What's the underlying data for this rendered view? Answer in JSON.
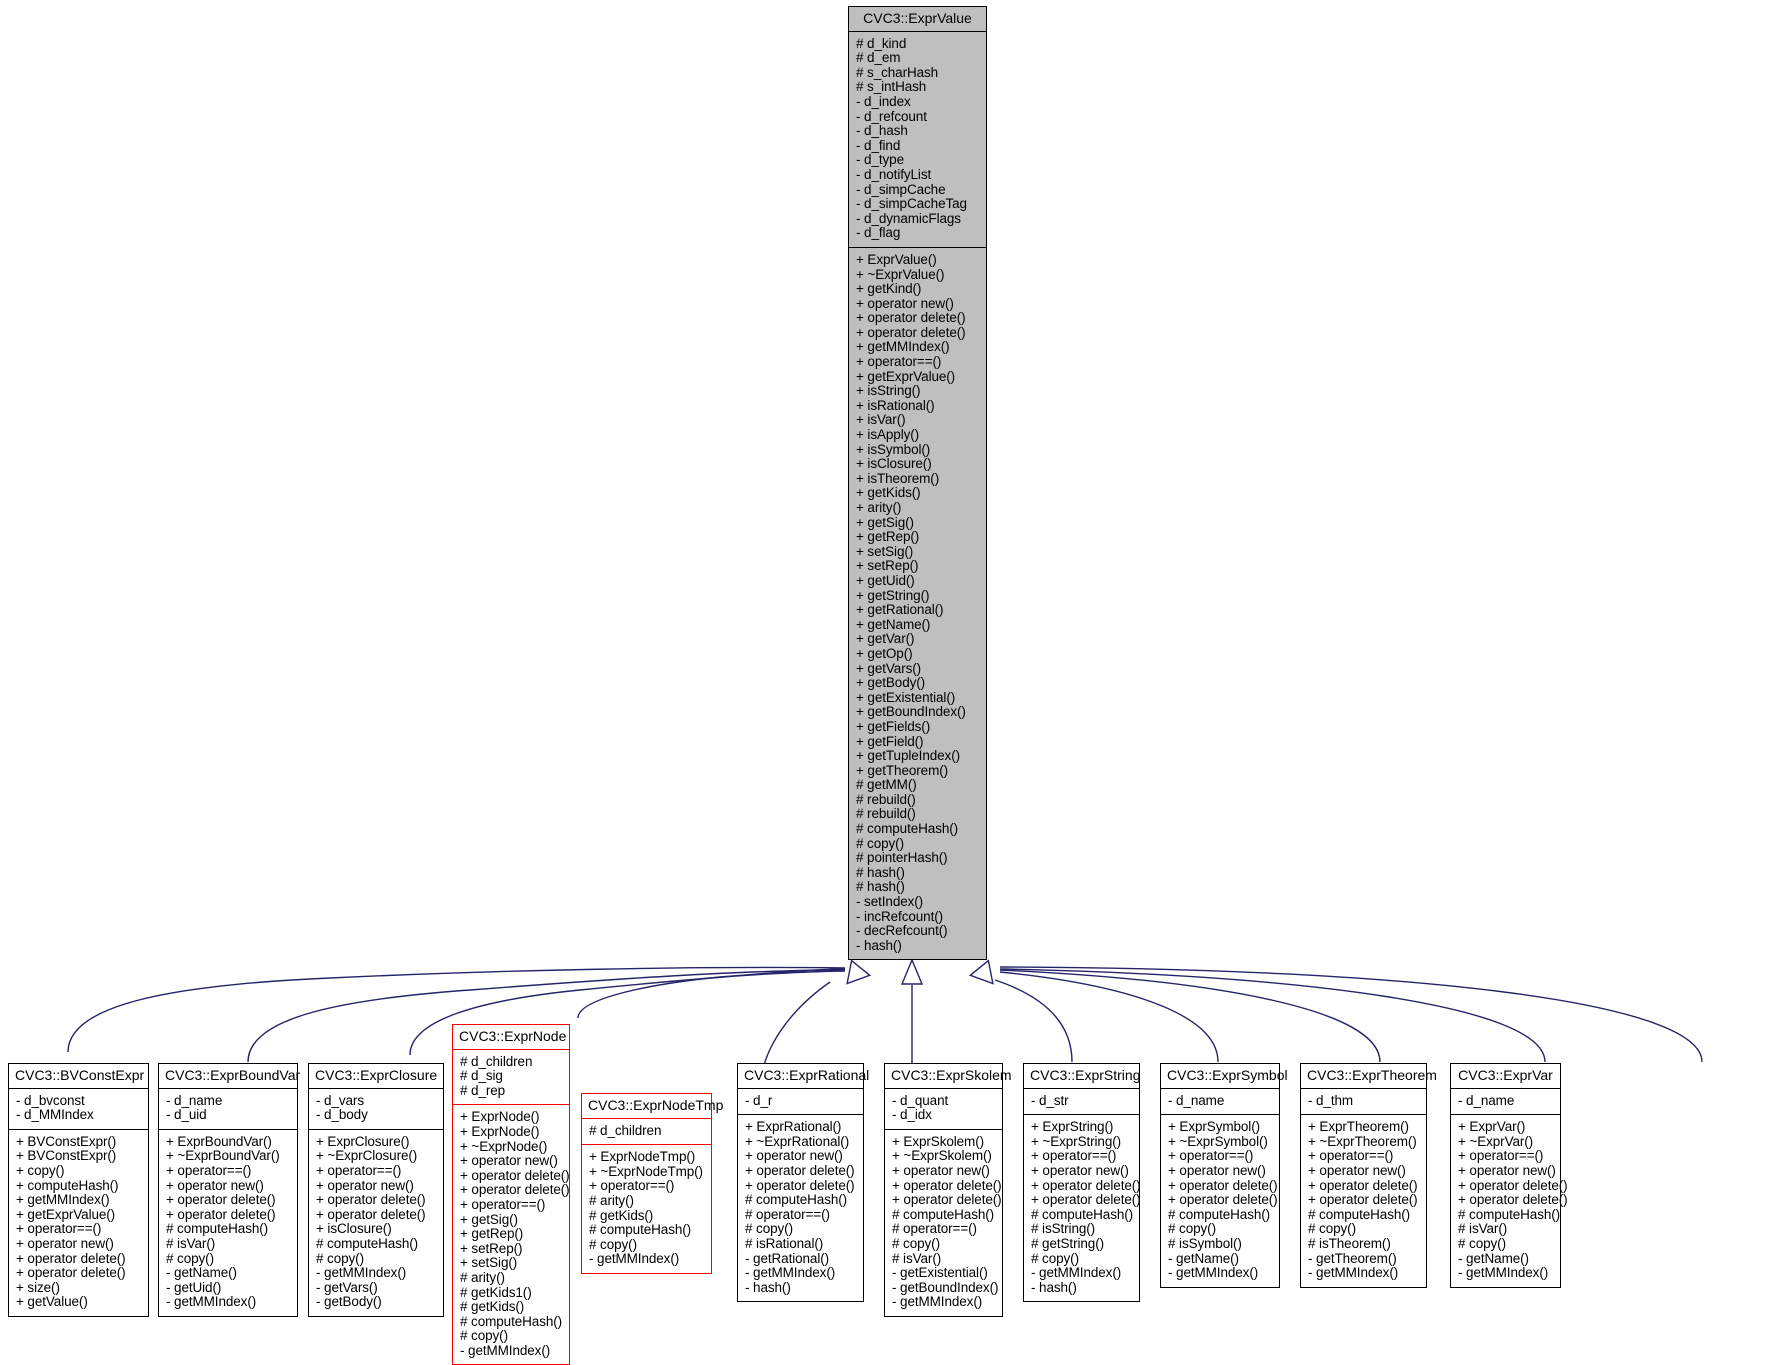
{
  "diagram": {
    "kind": "uml-inheritance-diagram",
    "colors": {
      "base_fill": "#bfbfbf",
      "box_border": "#000000",
      "highlight_border": "#ff0000",
      "edge": "#24246a",
      "background": "#ffffff",
      "text": "#000000"
    }
  },
  "base": {
    "name": "CVC3::ExprValue",
    "attributes": [
      "# d_kind",
      "# d_em",
      "# s_charHash",
      "# s_intHash",
      "- d_index",
      "- d_refcount",
      "- d_hash",
      "- d_find",
      "- d_type",
      "- d_notifyList",
      "- d_simpCache",
      "- d_simpCacheTag",
      "- d_dynamicFlags",
      "- d_flag"
    ],
    "operations": [
      "+ ExprValue()",
      "+ ~ExprValue()",
      "+ getKind()",
      "+ operator new()",
      "+ operator delete()",
      "+ operator delete()",
      "+ getMMIndex()",
      "+ operator==()",
      "+ getExprValue()",
      "+ isString()",
      "+ isRational()",
      "+ isVar()",
      "+ isApply()",
      "+ isSymbol()",
      "+ isClosure()",
      "+ isTheorem()",
      "+ getKids()",
      "+ arity()",
      "+ getSig()",
      "+ getRep()",
      "+ setSig()",
      "+ setRep()",
      "+ getUid()",
      "+ getString()",
      "+ getRational()",
      "+ getName()",
      "+ getVar()",
      "+ getOp()",
      "+ getVars()",
      "+ getBody()",
      "+ getExistential()",
      "+ getBoundIndex()",
      "+ getFields()",
      "+ getField()",
      "+ getTupleIndex()",
      "+ getTheorem()",
      "# getMM()",
      "# rebuild()",
      "# rebuild()",
      "# computeHash()",
      "# copy()",
      "# pointerHash()",
      "# hash()",
      "# hash()",
      "- setIndex()",
      "- incRefcount()",
      "- decRefcount()",
      "- hash()"
    ]
  },
  "derived": [
    {
      "name": "CVC3::BVConstExpr",
      "highlight": false,
      "attributes": [
        "- d_bvconst",
        "- d_MMIndex"
      ],
      "operations": [
        "+ BVConstExpr()",
        "+ BVConstExpr()",
        "+ copy()",
        "+ computeHash()",
        "+ getMMIndex()",
        "+ getExprValue()",
        "+ operator==()",
        "+ operator new()",
        "+ operator delete()",
        "+ operator delete()",
        "+ size()",
        "+ getValue()"
      ]
    },
    {
      "name": "CVC3::ExprBoundVar",
      "highlight": false,
      "attributes": [
        "- d_name",
        "- d_uid"
      ],
      "operations": [
        "+ ExprBoundVar()",
        "+ ~ExprBoundVar()",
        "+ operator==()",
        "+ operator new()",
        "+ operator delete()",
        "+ operator delete()",
        "# computeHash()",
        "# isVar()",
        "# copy()",
        "- getName()",
        "- getUid()",
        "- getMMIndex()"
      ]
    },
    {
      "name": "CVC3::ExprClosure",
      "highlight": false,
      "attributes": [
        "- d_vars",
        "- d_body"
      ],
      "operations": [
        "+ ExprClosure()",
        "+ ~ExprClosure()",
        "+ operator==()",
        "+ operator new()",
        "+ operator delete()",
        "+ operator delete()",
        "+ isClosure()",
        "# computeHash()",
        "# copy()",
        "- getMMIndex()",
        "- getVars()",
        "- getBody()"
      ]
    },
    {
      "name": "CVC3::ExprNode",
      "highlight": true,
      "attributes": [
        "# d_children",
        "# d_sig",
        "# d_rep"
      ],
      "operations": [
        "+ ExprNode()",
        "+ ExprNode()",
        "+ ~ExprNode()",
        "+ operator new()",
        "+ operator delete()",
        "+ operator delete()",
        "+ operator==()",
        "+ getSig()",
        "+ getRep()",
        "+ setRep()",
        "+ setSig()",
        "# arity()",
        "# getKids1()",
        "# getKids()",
        "# computeHash()",
        "# copy()",
        "- getMMIndex()"
      ]
    },
    {
      "name": "CVC3::ExprNodeTmp",
      "highlight": true,
      "attributes": [
        "# d_children"
      ],
      "operations": [
        "+ ExprNodeTmp()",
        "+ ~ExprNodeTmp()",
        "+ operator==()",
        "# arity()",
        "# getKids()",
        "# computeHash()",
        "# copy()",
        "- getMMIndex()"
      ]
    },
    {
      "name": "CVC3::ExprRational",
      "highlight": false,
      "attributes": [
        "- d_r"
      ],
      "operations": [
        "+ ExprRational()",
        "+ ~ExprRational()",
        "+ operator new()",
        "+ operator delete()",
        "+ operator delete()",
        "# computeHash()",
        "# operator==()",
        "# copy()",
        "# isRational()",
        "- getRational()",
        "- getMMIndex()",
        "- hash()"
      ]
    },
    {
      "name": "CVC3::ExprSkolem",
      "highlight": false,
      "attributes": [
        "- d_quant",
        "- d_idx"
      ],
      "operations": [
        "+ ExprSkolem()",
        "+ ~ExprSkolem()",
        "+ operator new()",
        "+ operator delete()",
        "+ operator delete()",
        "# computeHash()",
        "# operator==()",
        "# copy()",
        "# isVar()",
        "- getExistential()",
        "- getBoundIndex()",
        "- getMMIndex()"
      ]
    },
    {
      "name": "CVC3::ExprString",
      "highlight": false,
      "attributes": [
        "- d_str"
      ],
      "operations": [
        "+ ExprString()",
        "+ ~ExprString()",
        "+ operator==()",
        "+ operator new()",
        "+ operator delete()",
        "+ operator delete()",
        "# computeHash()",
        "# isString()",
        "# getString()",
        "# copy()",
        "- getMMIndex()",
        "- hash()"
      ]
    },
    {
      "name": "CVC3::ExprSymbol",
      "highlight": false,
      "attributes": [
        "- d_name"
      ],
      "operations": [
        "+ ExprSymbol()",
        "+ ~ExprSymbol()",
        "+ operator==()",
        "+ operator new()",
        "+ operator delete()",
        "+ operator delete()",
        "# computeHash()",
        "# copy()",
        "# isSymbol()",
        "- getName()",
        "- getMMIndex()"
      ]
    },
    {
      "name": "CVC3::ExprTheorem",
      "highlight": false,
      "attributes": [
        "- d_thm"
      ],
      "operations": [
        "+ ExprTheorem()",
        "+ ~ExprTheorem()",
        "+ operator==()",
        "+ operator new()",
        "+ operator delete()",
        "+ operator delete()",
        "# computeHash()",
        "# copy()",
        "# isTheorem()",
        "- getTheorem()",
        "- getMMIndex()"
      ]
    },
    {
      "name": "CVC3::ExprVar",
      "highlight": false,
      "attributes": [
        "- d_name"
      ],
      "operations": [
        "+ ExprVar()",
        "+ ~ExprVar()",
        "+ operator==()",
        "+ operator new()",
        "+ operator delete()",
        "+ operator delete()",
        "# computeHash()",
        "# isVar()",
        "# copy()",
        "- getName()",
        "- getMMIndex()"
      ]
    }
  ]
}
